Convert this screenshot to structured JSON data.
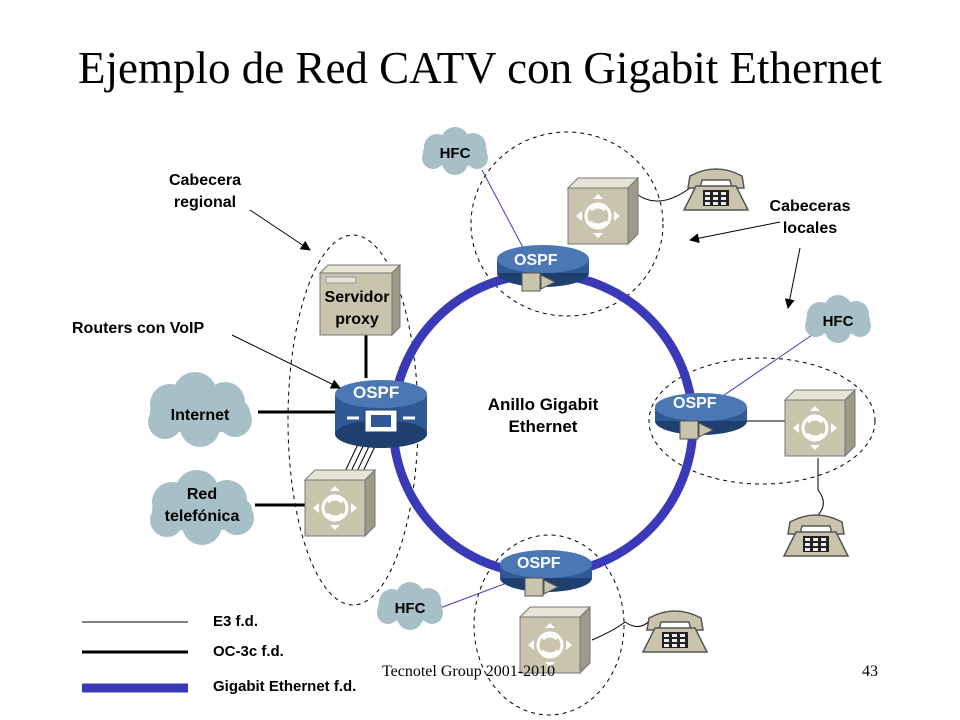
{
  "title": "Ejemplo de Red CATV con Gigabit Ethernet",
  "ring_label": "Anillo Gigabit Ethernet",
  "annotations": {
    "regional": "Cabecera regional",
    "local": "Cabeceras locales",
    "voip_routers": "Routers con VoIP"
  },
  "nodes": {
    "router_label": "OSPF",
    "server_label": "Servidor proxy",
    "internet": "Internet",
    "red_telefonica": "Red telefónica",
    "hfc": "HFC"
  },
  "legend": {
    "e3": "E3 f.d.",
    "oc3": "OC-3c f.d.",
    "gigabit": "Gigabit Ethernet f.d."
  },
  "footer": {
    "company": "Tecnotel Group 2001-2010",
    "page": "43"
  },
  "colors": {
    "ring": "#3a3ab8",
    "cloud": "#a7bfc6",
    "router": "#2f5a97",
    "phone": "#c9c5ad"
  }
}
